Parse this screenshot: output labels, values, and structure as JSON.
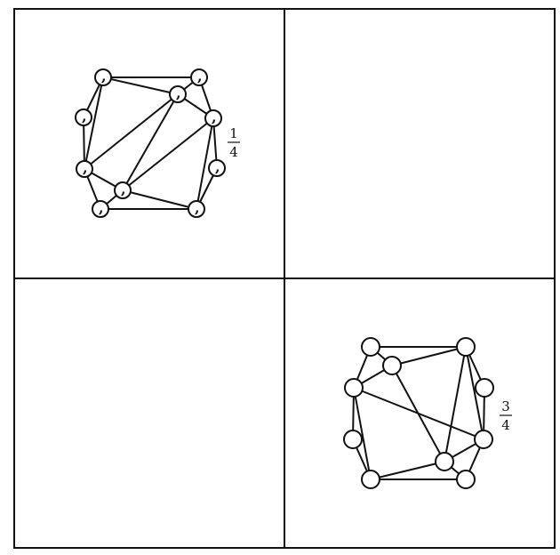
{
  "panels": [
    {
      "id": "top-left",
      "fraction": {
        "numerator": "1",
        "denominator": "4"
      },
      "graph": "left"
    },
    {
      "id": "top-right"
    },
    {
      "id": "bottom-left"
    },
    {
      "id": "bottom-right",
      "fraction": {
        "numerator": "3",
        "denominator": "4"
      },
      "graph": "right"
    }
  ]
}
